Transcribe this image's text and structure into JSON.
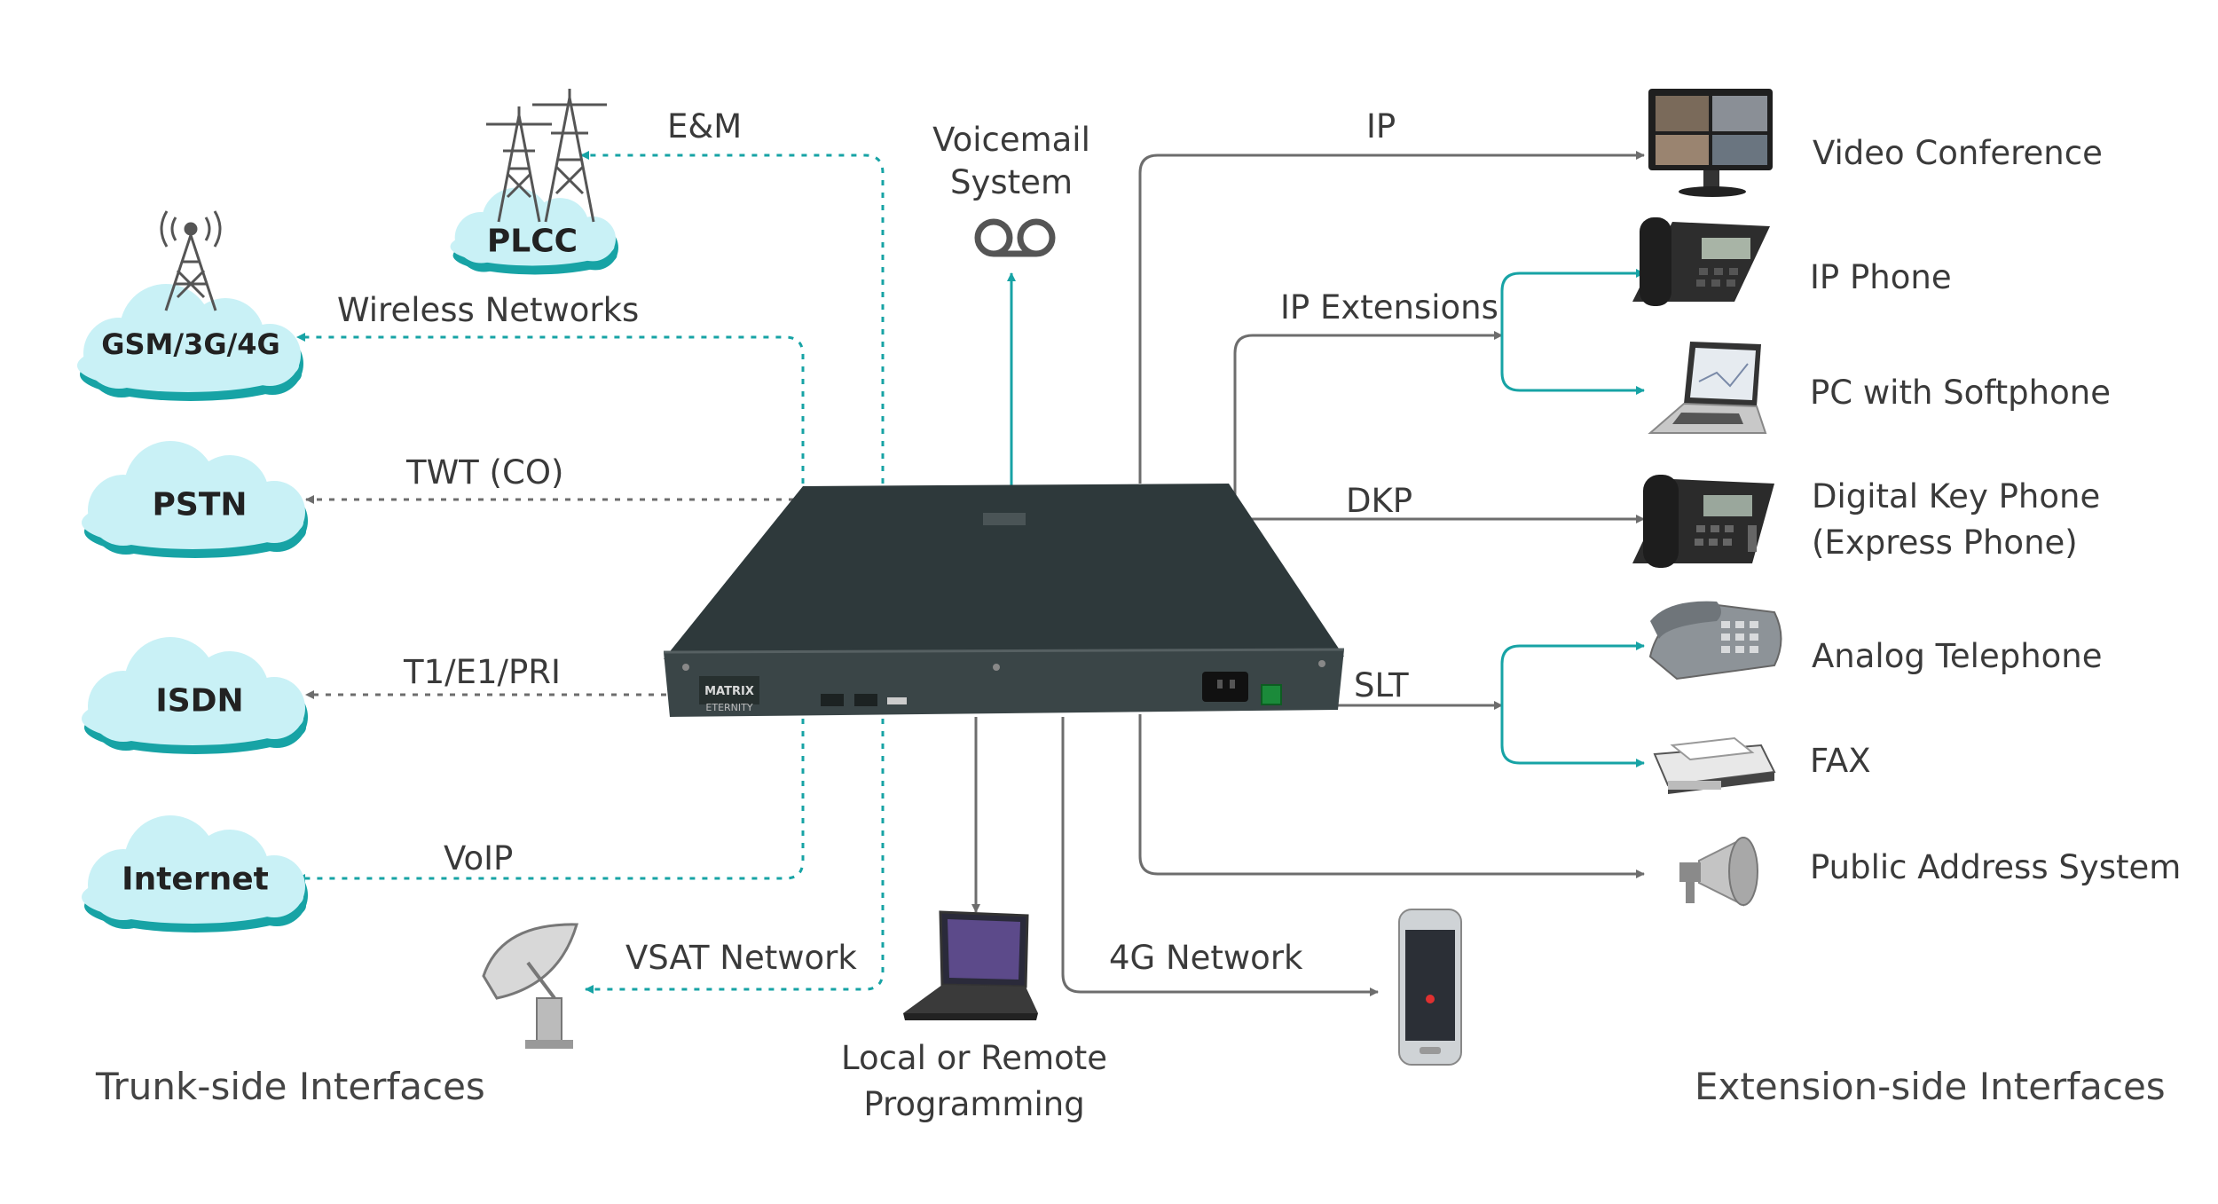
{
  "device": {
    "brand": "MATRIX",
    "model": "ETERNITY"
  },
  "voicemail": {
    "label_line1": "Voicemail",
    "label_line2": "System"
  },
  "trunk_side": {
    "footer": "Trunk-side Interfaces",
    "links": {
      "em": "E&M",
      "wireless": "Wireless Networks",
      "twt": "TWT (CO)",
      "t1": "T1/E1/PRI",
      "voip": "VoIP",
      "vsat": "VSAT Network"
    },
    "clouds": {
      "plcc": "PLCC",
      "gsm": "GSM/3G/4G",
      "pstn": "PSTN",
      "isdn": "ISDN",
      "internet": "Internet"
    }
  },
  "programming": {
    "label_line1": "Local or Remote",
    "label_line2": "Programming"
  },
  "network_4g": "4G Network",
  "extension_side": {
    "footer": "Extension-side Interfaces",
    "links": {
      "ip": "IP",
      "ip_ext": "IP Extensions",
      "dkp": "DKP",
      "slt": "SLT"
    },
    "devices": {
      "video": "Video Conference",
      "ip_phone": "IP Phone",
      "pc_softphone": "PC with Softphone",
      "dkp_line1": "Digital Key Phone",
      "dkp_line2": "(Express Phone)",
      "analog": "Analog Telephone",
      "fax": "FAX",
      "pa": "Public Address System"
    }
  },
  "colors": {
    "teal": "#17a3a5",
    "gray": "#6d6d6d",
    "cloud": "#c9f1f6",
    "device": "#3a4547"
  }
}
